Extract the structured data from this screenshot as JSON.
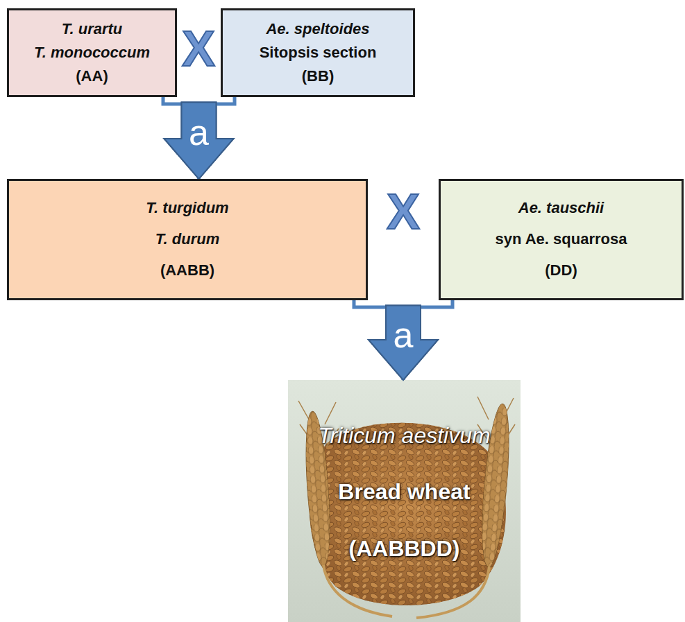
{
  "diagram": {
    "nodes": [
      {
        "text": [
          "T. urartu",
          "T. monococcum",
          "(AA)"
        ]
      },
      {
        "text": [
          "Ae. speltoides",
          "Sitopsis section",
          "(BB)"
        ]
      },
      {
        "text": [
          "T. turgidum",
          "T. durum",
          "(AABB)"
        ]
      },
      {
        "text": [
          "Ae. tauschii",
          "syn Ae. squarrosa",
          "(DD)"
        ]
      },
      {
        "text": [
          "Triticum aestivum",
          "Bread wheat",
          "(AABBDD)"
        ]
      }
    ],
    "edges": [
      {
        "from": 0,
        "to": 2,
        "arrow": "to",
        "label": "a"
      },
      {
        "from": 1,
        "to": 2,
        "arrow": "to"
      },
      {
        "from": 2,
        "to": 4,
        "arrow": "to",
        "label": "a"
      },
      {
        "from": 3,
        "to": 4,
        "arrow": "to"
      }
    ],
    "labels": [
      "X",
      "X"
    ]
  }
}
